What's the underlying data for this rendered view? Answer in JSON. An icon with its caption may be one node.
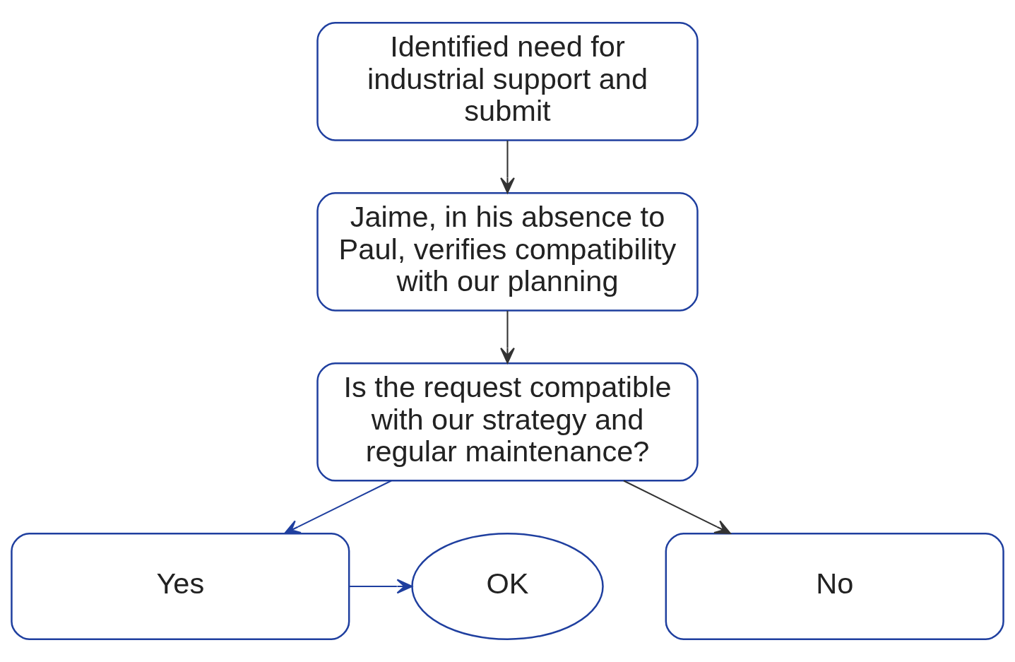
{
  "diagram": {
    "nodes": [
      {
        "text": [
          "Identified need for industrial support and submit"
        ]
      },
      {
        "text": [
          "Jaime, in his absence to Paul, verifies compatibility with our planning"
        ]
      },
      {
        "text": [
          "Is the request compatible with our strategy and regular maintenance?"
        ]
      },
      {
        "text": [
          "OK"
        ]
      },
      {
        "text": [
          "Yes"
        ]
      },
      {
        "text": [
          "No"
        ]
      }
    ],
    "edges": [
      {
        "from": 0,
        "to": 1,
        "arrow": "to"
      },
      {
        "from": 1,
        "to": 2,
        "arrow": "to"
      },
      {
        "from": 2,
        "to": 4,
        "arrow": "to",
        "color": "#1f3f9f"
      },
      {
        "from": 2,
        "to": 5,
        "arrow": "to"
      },
      {
        "from": 4,
        "to": 3,
        "arrow": "to",
        "color": "#1f3f9f"
      }
    ]
  }
}
